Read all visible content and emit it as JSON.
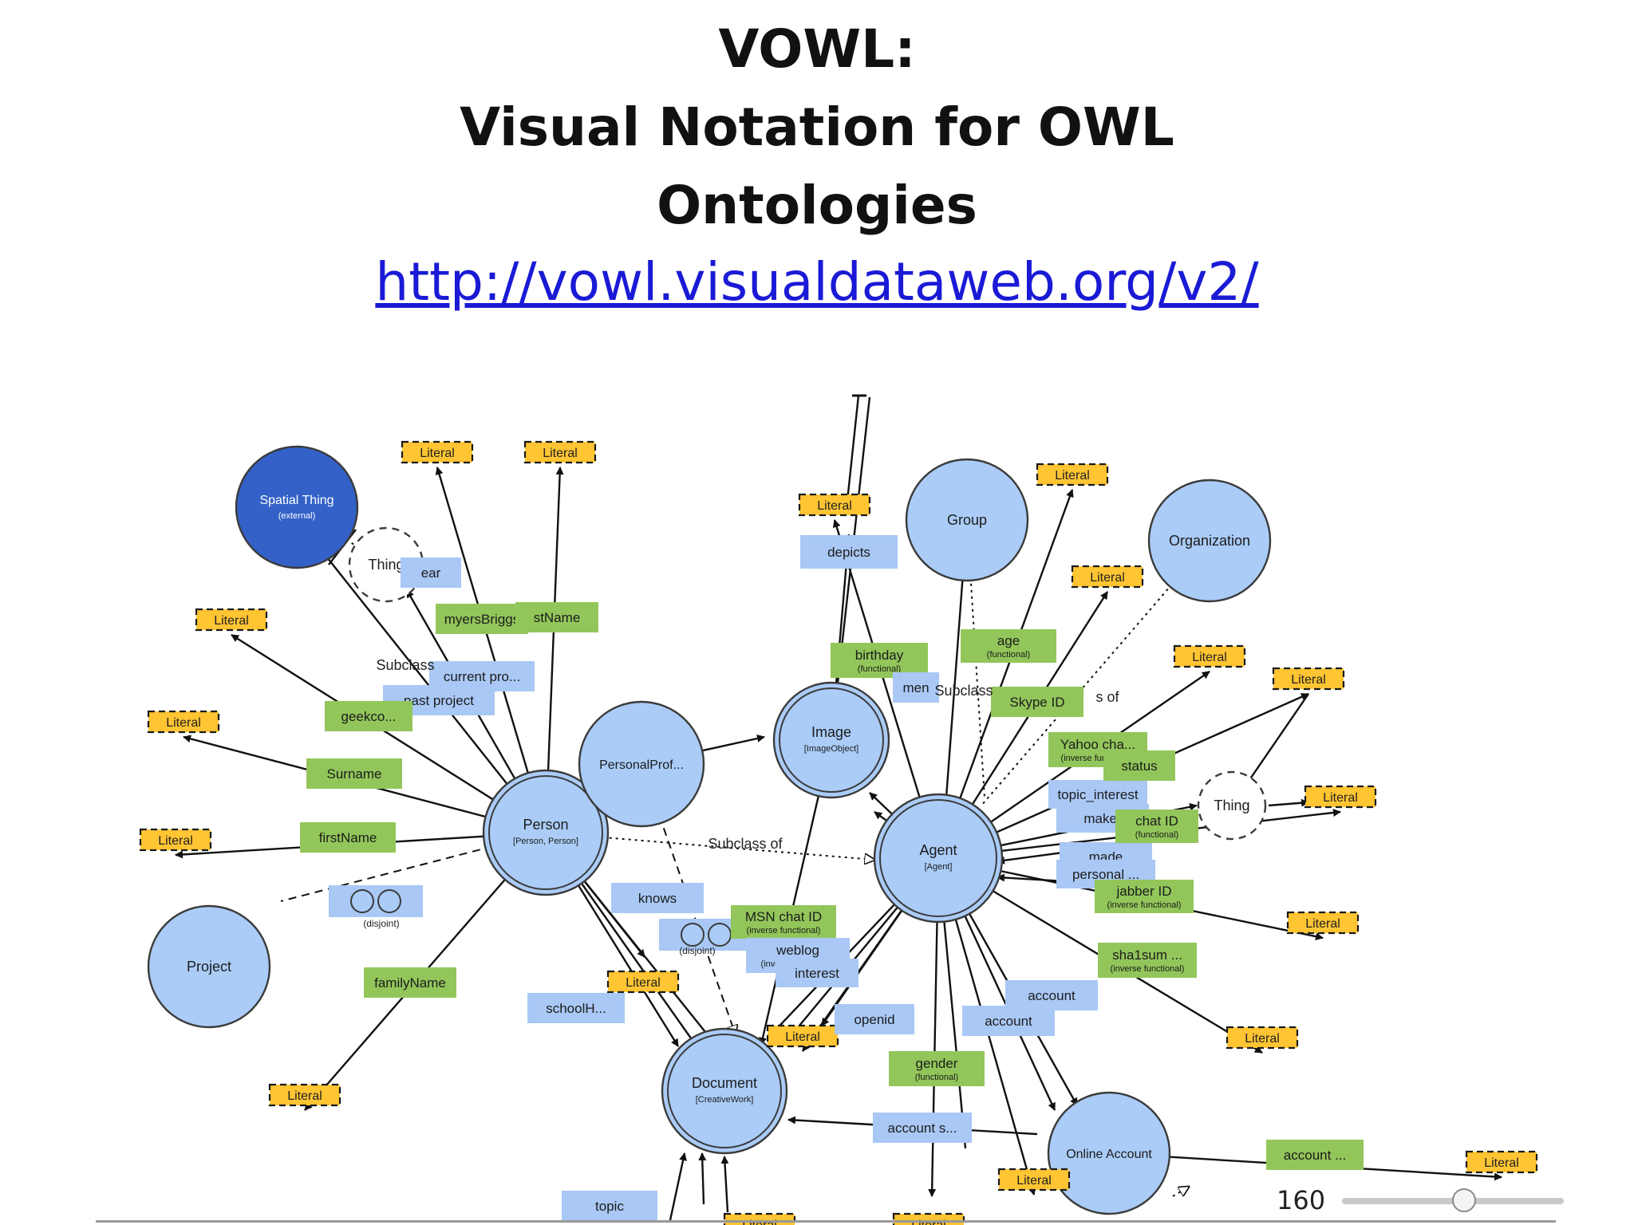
{
  "slide": {
    "title_line1": "VOWL:",
    "title_line2": "Visual Notation for OWL",
    "title_line3": "Ontologies",
    "link": "http://vowl.visualdataweb.org/v2/"
  },
  "zoom": {
    "value": "160",
    "fraction": 0.55
  },
  "colors": {
    "class_fill": "#aaccf7",
    "class_stroke": "#3b3b3b",
    "external_fill": "#3361c8",
    "datatype_prop": "#92c65a",
    "object_prop": "#a9c8f5",
    "literal_fill": "#ffc533",
    "edge": "#111111"
  },
  "diagram": {
    "circles": [
      {
        "label": "Spatial Thing",
        "sub": "(external)",
        "kind": "external"
      },
      {
        "label": "Thing",
        "sub": "",
        "kind": "thing"
      },
      {
        "label": "Project",
        "sub": "",
        "kind": "class"
      },
      {
        "label": "Person",
        "sub": "[Person, Person]",
        "kind": "double"
      },
      {
        "label": "PersonalProf...",
        "sub": "",
        "kind": "class"
      },
      {
        "label": "Image",
        "sub": "[ImageObject]",
        "kind": "double"
      },
      {
        "label": "Group",
        "sub": "",
        "kind": "class"
      },
      {
        "label": "Organization",
        "sub": "",
        "kind": "class"
      },
      {
        "label": "Agent",
        "sub": "[Agent]",
        "kind": "double"
      },
      {
        "label": "Thing",
        "sub": "",
        "kind": "thing"
      },
      {
        "label": "Document",
        "sub": "[CreativeWork]",
        "kind": "double"
      },
      {
        "label": "Online Account",
        "sub": "",
        "kind": "class"
      }
    ],
    "literals": [
      "Literal",
      "Literal",
      "Literal",
      "Literal",
      "Literal",
      "Literal",
      "Literal",
      "Literal",
      "Literal",
      "Literal",
      "Literal",
      "Literal",
      "Literal",
      "Literal",
      "Literal",
      "Literal",
      "Literal",
      "Literal",
      "Literal",
      "Literal"
    ],
    "labels": [
      {
        "text": "myersBriggs",
        "sub": "",
        "kind": "datatype"
      },
      {
        "text": "stName",
        "sub": "",
        "kind": "datatype"
      },
      {
        "text": "ear",
        "sub": "",
        "kind": "object"
      },
      {
        "text": "current pro...",
        "sub": "",
        "kind": "object"
      },
      {
        "text": "past project",
        "sub": "",
        "kind": "object"
      },
      {
        "text": "geekco...",
        "sub": "",
        "kind": "datatype"
      },
      {
        "text": "Surname",
        "sub": "",
        "kind": "datatype"
      },
      {
        "text": "firstName",
        "sub": "",
        "kind": "datatype"
      },
      {
        "text": "familyName",
        "sub": "",
        "kind": "datatype"
      },
      {
        "text": "knows",
        "sub": "",
        "kind": "object"
      },
      {
        "text": "depicts",
        "sub": "",
        "kind": "object"
      },
      {
        "text": "birthday",
        "sub": "(functional)",
        "kind": "datatype"
      },
      {
        "text": "age",
        "sub": "(functional)",
        "kind": "datatype"
      },
      {
        "text": "Skype ID",
        "sub": "",
        "kind": "datatype"
      },
      {
        "text": "Yahoo cha...",
        "sub": "(inverse functional)",
        "kind": "datatype"
      },
      {
        "text": "topic_interest",
        "sub": "",
        "kind": "object"
      },
      {
        "text": "maker",
        "sub": "",
        "kind": "object"
      },
      {
        "text": "made",
        "sub": "",
        "kind": "object"
      },
      {
        "text": "personal ...",
        "sub": "",
        "kind": "object"
      },
      {
        "text": "jabber ID",
        "sub": "(inverse functional)",
        "kind": "datatype"
      },
      {
        "text": "chat ID",
        "sub": "(functional)",
        "kind": "datatype"
      },
      {
        "text": "sha1sum ...",
        "sub": "(inverse functional)",
        "kind": "datatype"
      },
      {
        "text": "account",
        "sub": "",
        "kind": "object"
      },
      {
        "text": "account",
        "sub": "",
        "kind": "object"
      },
      {
        "text": "gender",
        "sub": "(functional)",
        "kind": "datatype"
      },
      {
        "text": "account s...",
        "sub": "",
        "kind": "object"
      },
      {
        "text": "account ...",
        "sub": "",
        "kind": "datatype"
      },
      {
        "text": "MSN chat ID",
        "sub": "(inverse functional)",
        "kind": "datatype"
      },
      {
        "text": "weblog",
        "sub": "(inverse functional)",
        "kind": "object"
      },
      {
        "text": "interest",
        "sub": "",
        "kind": "object"
      },
      {
        "text": "openid",
        "sub": "",
        "kind": "object"
      },
      {
        "text": "schoolH...",
        "sub": "",
        "kind": "object"
      },
      {
        "text": "topic",
        "sub": "",
        "kind": "object"
      },
      {
        "text": "men",
        "sub": "",
        "kind": "object"
      },
      {
        "text": "status",
        "sub": "",
        "kind": "datatype"
      }
    ],
    "plain_texts": [
      "Subclass",
      "Subclass of",
      "Subclass",
      "s of",
      "(disjoint)",
      "(disjoint)"
    ]
  }
}
